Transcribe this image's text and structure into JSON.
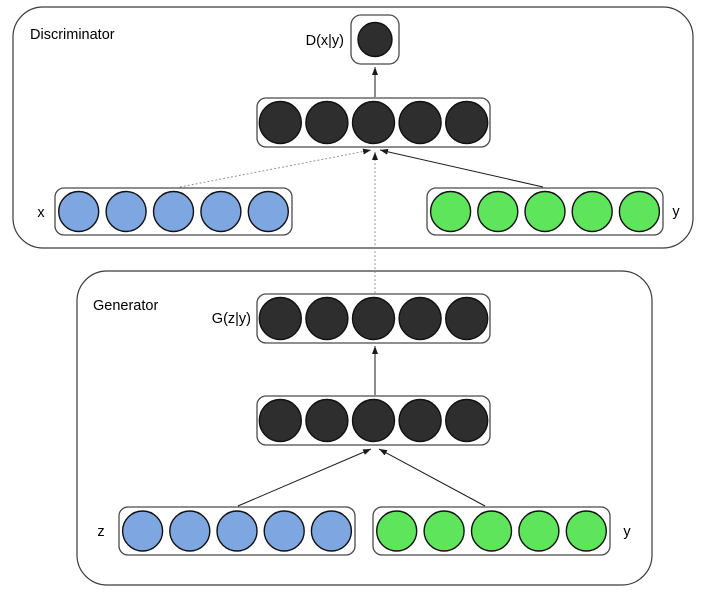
{
  "colors": {
    "dark_node": "#2e2e2e",
    "blue_node": "#7ea6e0",
    "green_node": "#5fe55c",
    "background": "#ffffff",
    "solid_line": "#1a1a1a",
    "dotted_line": "#8c8c8c"
  },
  "discriminator": {
    "title": "Discriminator",
    "output_label": "D(x|y)",
    "output_nodes": 1,
    "hidden_nodes": 5,
    "inputs": [
      {
        "label": "x",
        "nodes": 5
      },
      {
        "label": "y",
        "nodes": 5
      }
    ]
  },
  "generator": {
    "title": "Generator",
    "output_label": "G(z|y)",
    "output_nodes": 5,
    "hidden_nodes": 5,
    "inputs": [
      {
        "label": "z",
        "nodes": 5
      },
      {
        "label": "y",
        "nodes": 5
      }
    ]
  }
}
